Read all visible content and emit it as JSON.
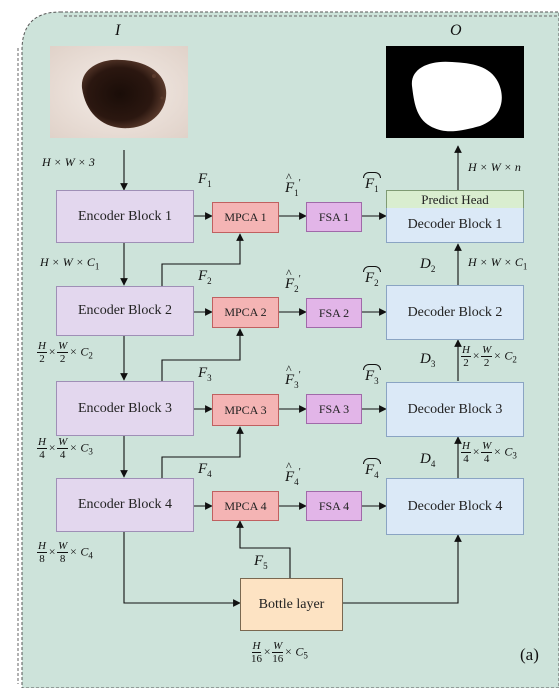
{
  "diagram": {
    "panel_tag": "(a)",
    "input_label": "I",
    "output_label": "O",
    "encoder_blocks": [
      "Encoder Block 1",
      "Encoder Block 2",
      "Encoder Block 3",
      "Encoder Block 4"
    ],
    "decoder_blocks": [
      "Decoder Block 1",
      "Decoder Block 2",
      "Decoder Block 3",
      "Decoder Block 4"
    ],
    "mpca_blocks": [
      "MPCA 1",
      "MPCA 2",
      "MPCA 3",
      "MPCA 4"
    ],
    "fsa_blocks": [
      "FSA 1",
      "FSA 2",
      "FSA 3",
      "FSA 4"
    ],
    "predict_head": "Predict Head",
    "bottle_layer": "Bottle layer",
    "feature_names": {
      "F": [
        "F",
        "F",
        "F",
        "F",
        "F"
      ],
      "F_subscripts": [
        "1",
        "2",
        "3",
        "4",
        "5"
      ],
      "D": [
        "D",
        "D",
        "D"
      ],
      "D_subscripts": [
        "2",
        "3",
        "4"
      ]
    },
    "dims": {
      "input": "H × W × 3",
      "enc1_out": "H × W × C",
      "enc1_sub": "1",
      "output": "H × W × n",
      "dec2_in": "H × W × C",
      "dec2_sub": "1"
    }
  },
  "colors": {
    "panel_bg": "#cde3da",
    "encoder": "#e3d7ee",
    "decoder": "#dbe9f7",
    "mpca": "#f4b4b4",
    "fsa": "#e2b5e8",
    "bottle": "#fde3c3",
    "predict_head": "#d9edcf"
  }
}
